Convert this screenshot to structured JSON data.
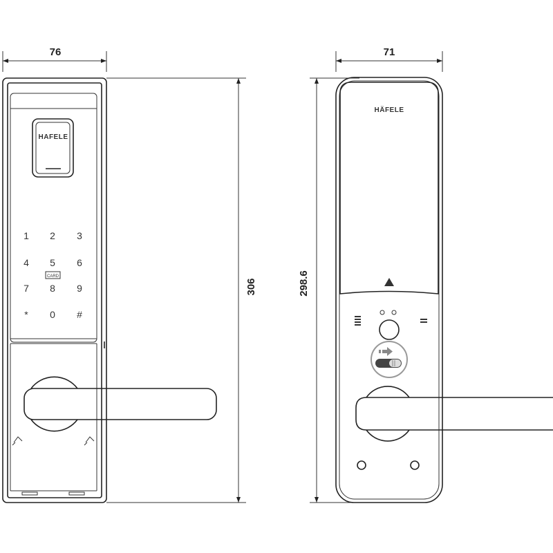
{
  "front_view": {
    "width_dimension": "76",
    "height_dimension": "306",
    "brand": "HAFELE",
    "keypad": [
      "1",
      "2",
      "3",
      "4",
      "5",
      "6",
      "7",
      "8",
      "9",
      "*",
      "0",
      "#"
    ],
    "card_label": "CARD"
  },
  "back_view": {
    "width_dimension": "71",
    "height_dimension": "298.6",
    "brand": "HÄFELE"
  }
}
